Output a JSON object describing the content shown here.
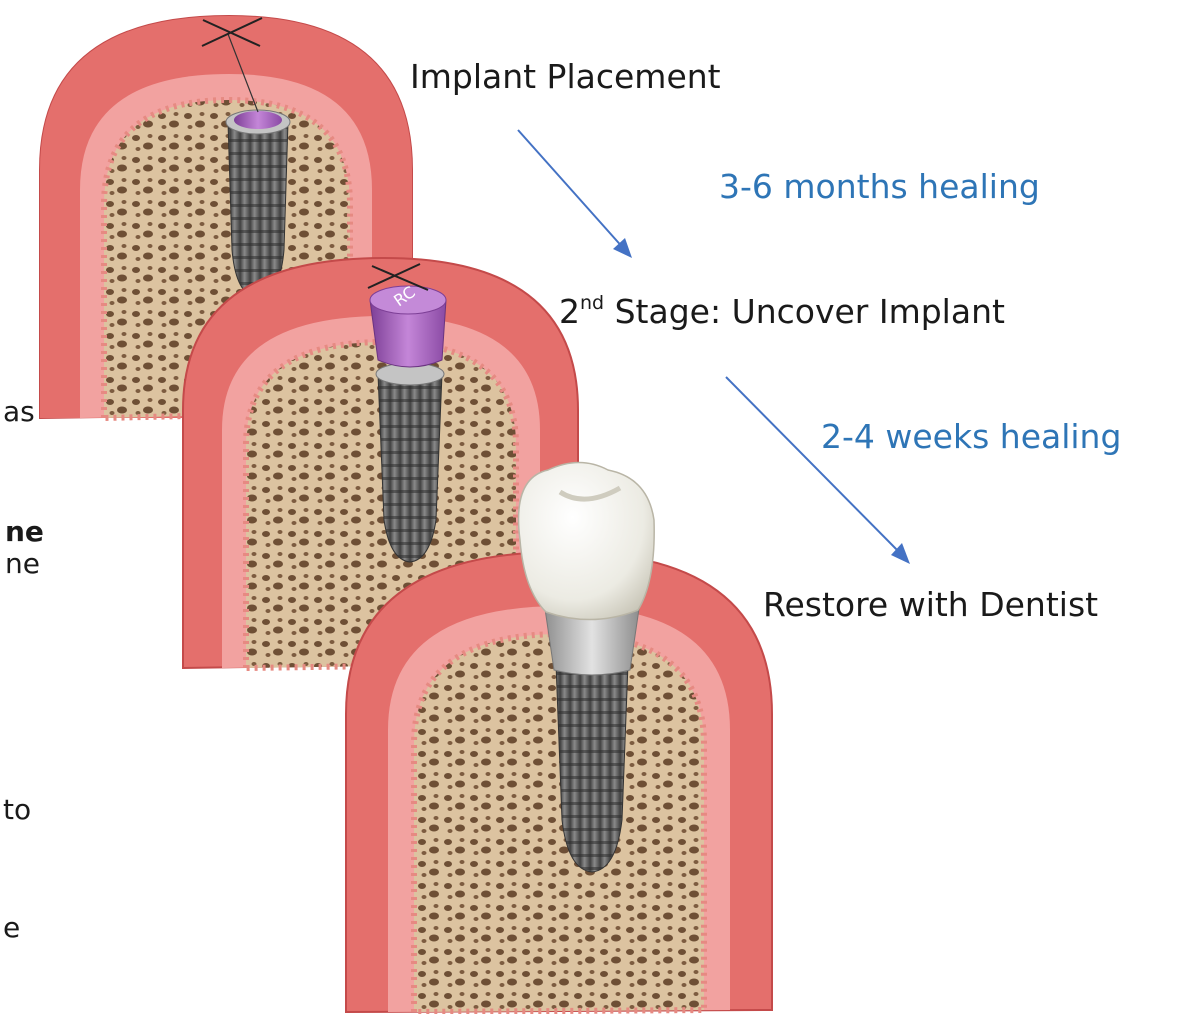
{
  "labels": {
    "step1": "Implant Placement",
    "heal1": "3-6 months healing",
    "step2_sup": "nd",
    "step2_num": "2",
    "step2_rest": " Stage: Uncover Implant",
    "heal2": "2-4 weeks healing",
    "step3": "Restore with Dentist"
  },
  "cover_marking": "RC",
  "left_fragments": [
    "as",
    "ne",
    "ne",
    "to",
    "e"
  ],
  "colors": {
    "gum": "#e46f6c",
    "gum_light": "#f2a2a0",
    "bone": "#dcc3a0",
    "bone_pore": "#6e4f35",
    "implant": "#6a6a6a",
    "cover_cap": "#a763c0",
    "crown": "#efede4",
    "arrow": "#4472c4",
    "healing_text": "#2e75b6"
  }
}
